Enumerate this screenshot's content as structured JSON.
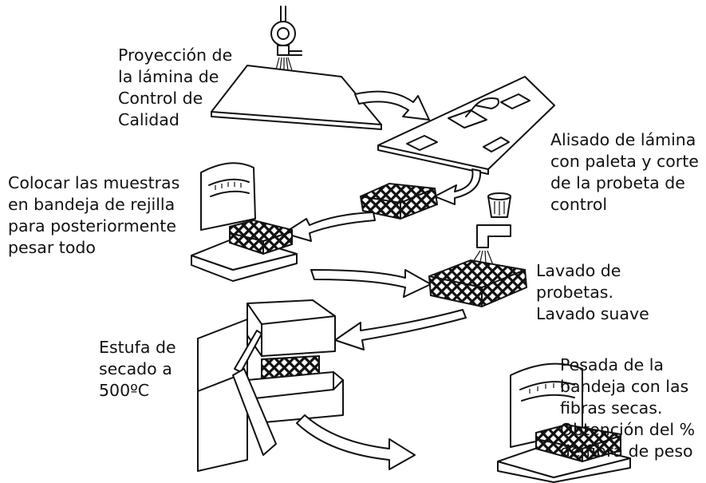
{
  "steps": [
    {
      "lines": [
        "Proyección de",
        "la lámina de",
        "Control de",
        "Calidad"
      ]
    },
    {
      "lines": [
        "Alisado de lámina",
        "con paleta y corte",
        "de la probeta de",
        "control"
      ]
    },
    {
      "lines": [
        "Colocar las muestras",
        "en bandeja de rejilla",
        "para posteriormente",
        "pesar todo"
      ]
    },
    {
      "lines": [
        "Lavado de",
        "probetas.",
        "Lavado suave"
      ]
    },
    {
      "lines": [
        "Estufa de",
        "secado a",
        "500ºC"
      ]
    },
    {
      "lines": [
        "Pesada de la",
        "bandeja con las",
        "fibras secas.",
        "Obtención del %",
        "de fibra de peso"
      ]
    }
  ],
  "icons": [
    "spray-gun-icon",
    "concrete-sheet-icon",
    "trowel-icon",
    "mesh-tray-icon",
    "weighing-scale-icon",
    "water-tap-icon",
    "drying-oven-icon"
  ]
}
